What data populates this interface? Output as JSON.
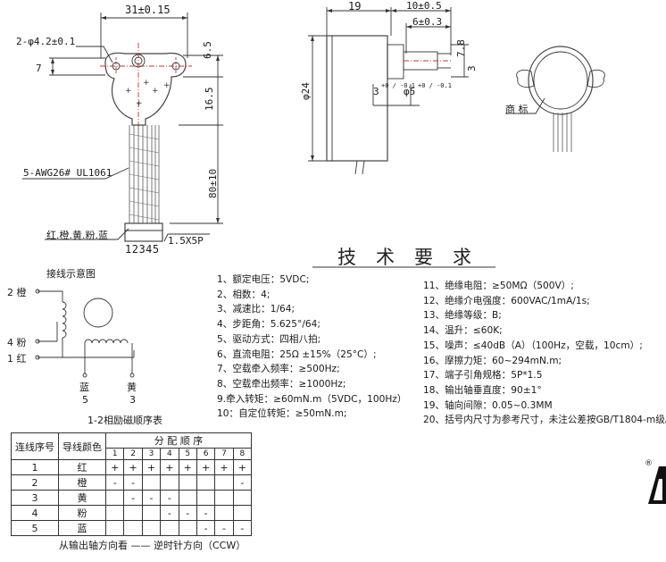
{
  "dims": {
    "top_width": "31±0.15",
    "holes": "2-φ4.2±0.1",
    "h7": "7",
    "h65": "6.5",
    "h165": "16.5",
    "lead_len": "80±10",
    "wire": "5-AWG26# UL1061",
    "colors": "红.橙.黄.粉.蓝",
    "connector": "1.5X5P",
    "pins": "12345",
    "d19": "19",
    "d10": "10±0.5",
    "d6": "6±0.3",
    "dia24": "φ24",
    "shaft1": "3",
    "shaft1_tol": "+0 / -0.1",
    "shaft2": "φ5",
    "shaft2_tol": "+0 / -0.1",
    "d78": "7.8",
    "d3": "3",
    "trademark": "商 标"
  },
  "wiring": {
    "title": "接线示意图",
    "labels": [
      {
        "num": "2",
        "color": "橙"
      },
      {
        "num": "4",
        "color": "粉"
      },
      {
        "num": "1",
        "color": "红"
      }
    ],
    "bottom": [
      {
        "color": "蓝",
        "num": "5"
      },
      {
        "color": "黄",
        "num": "3"
      }
    ],
    "caption": "1-2相励磁顺序表"
  },
  "tech": {
    "title": "技术要求",
    "left": [
      "1、额定电压：5VDC;",
      "2、相数：4;",
      "3、减速比：1/64;",
      "4、步距角：5.625°/64;",
      "5、驱动方式：四相八拍;",
      "6、直流电阻：25Ω ±15%（25°C）;",
      "7、空载牵入频率：≥500Hz;",
      "8、空载牵出频率：≥1000Hz;",
      "9.牵入转矩：≥60mN.m（5VDC，100Hz）",
      "10：自定位转矩：≥50mN.m;"
    ],
    "right": [
      "11、绝缘电阻：≥50MΩ（500V）;",
      "12、绝缘介电强度：600VAC/1mA/1s;",
      "13、绝缘等级：B;",
      "14、温升：≤60K;",
      "15、噪声：≤40dB（A）（100Hz，空载，10cm）;",
      "16、摩擦力矩：60~294mN.m;",
      "17、端子引角规格：5P*1.5",
      "18、输出轴垂直度：90±1°",
      "19、轴向间隙：0.05~0.3MM",
      "20、括号内尺寸为参考尺寸，未注公差按GB/T1804-m级。"
    ]
  },
  "sequence": {
    "col_lead": "连线序号",
    "col_color": "导线颜色",
    "col_group": "分 配 顺 序",
    "steps": [
      "1",
      "2",
      "3",
      "4",
      "5",
      "6",
      "7",
      "8"
    ],
    "rows": [
      {
        "no": "1",
        "color": "红",
        "cells": [
          "+",
          "+",
          "+",
          "+",
          "+",
          "+",
          "+",
          "+"
        ]
      },
      {
        "no": "2",
        "color": "橙",
        "cells": [
          "-",
          "-",
          "",
          "",
          "",
          "",
          "",
          "-"
        ]
      },
      {
        "no": "3",
        "color": "黄",
        "cells": [
          "",
          "-",
          "-",
          "-",
          "",
          "",
          "",
          ""
        ]
      },
      {
        "no": "4",
        "color": "粉",
        "cells": [
          "",
          "",
          "",
          "-",
          "-",
          "-",
          "",
          ""
        ]
      },
      {
        "no": "5",
        "color": "蓝",
        "cells": [
          "",
          "",
          "",
          "",
          "",
          "-",
          "-",
          "-"
        ]
      }
    ],
    "footer": "从输出轴方向看 —— 逆时针方向（CCW）"
  },
  "logo": {
    "registered": "®"
  }
}
